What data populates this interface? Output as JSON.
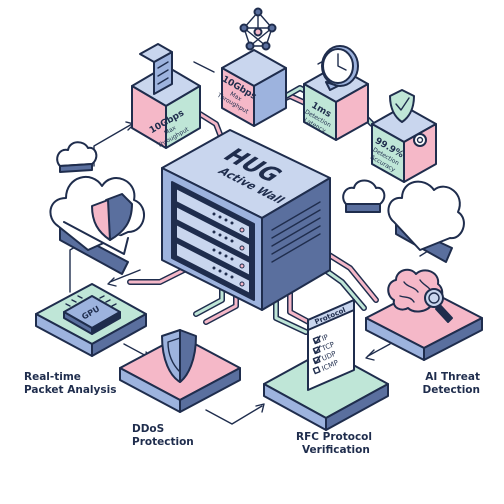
{
  "colors": {
    "outline": "#1f2d4d",
    "blue_light": "#c9d6ee",
    "blue_mid": "#9db3de",
    "blue_dark": "#5a6f9e",
    "pink": "#f5b8c8",
    "mint": "#bfe6d7",
    "cloud": "#ffffff"
  },
  "server": {
    "title": "HUG",
    "subtitle": "Active Wall"
  },
  "metrics": [
    {
      "value": "10Gbps",
      "label1": "Max",
      "label2": "Throughput",
      "icon": "server-rack-icon"
    },
    {
      "value": "10Gbps",
      "label1": "Max",
      "label2": "Throughput",
      "icon": "neural-network-icon"
    },
    {
      "value": "1ms",
      "label1": "Detection",
      "label2": "Latency",
      "icon": "clock-icon"
    },
    {
      "value": "99.9%",
      "label1": "Detection",
      "label2": "Accuracy",
      "icon": "shield-check-gear-icon"
    }
  ],
  "modules": {
    "packet": {
      "label1": "Real-time",
      "label2": "Packet Analysis",
      "chip": "GPU"
    },
    "ddos": {
      "label1": "DDoS",
      "label2": "Protection"
    },
    "rfc": {
      "label1": "RFC Protocol",
      "label2": "Verification",
      "card_title": "Protocol",
      "items": [
        "IP",
        "TCP",
        "UDP",
        "ICMP"
      ]
    },
    "ai": {
      "label1": "AI Threat",
      "label2": "Detection"
    }
  }
}
